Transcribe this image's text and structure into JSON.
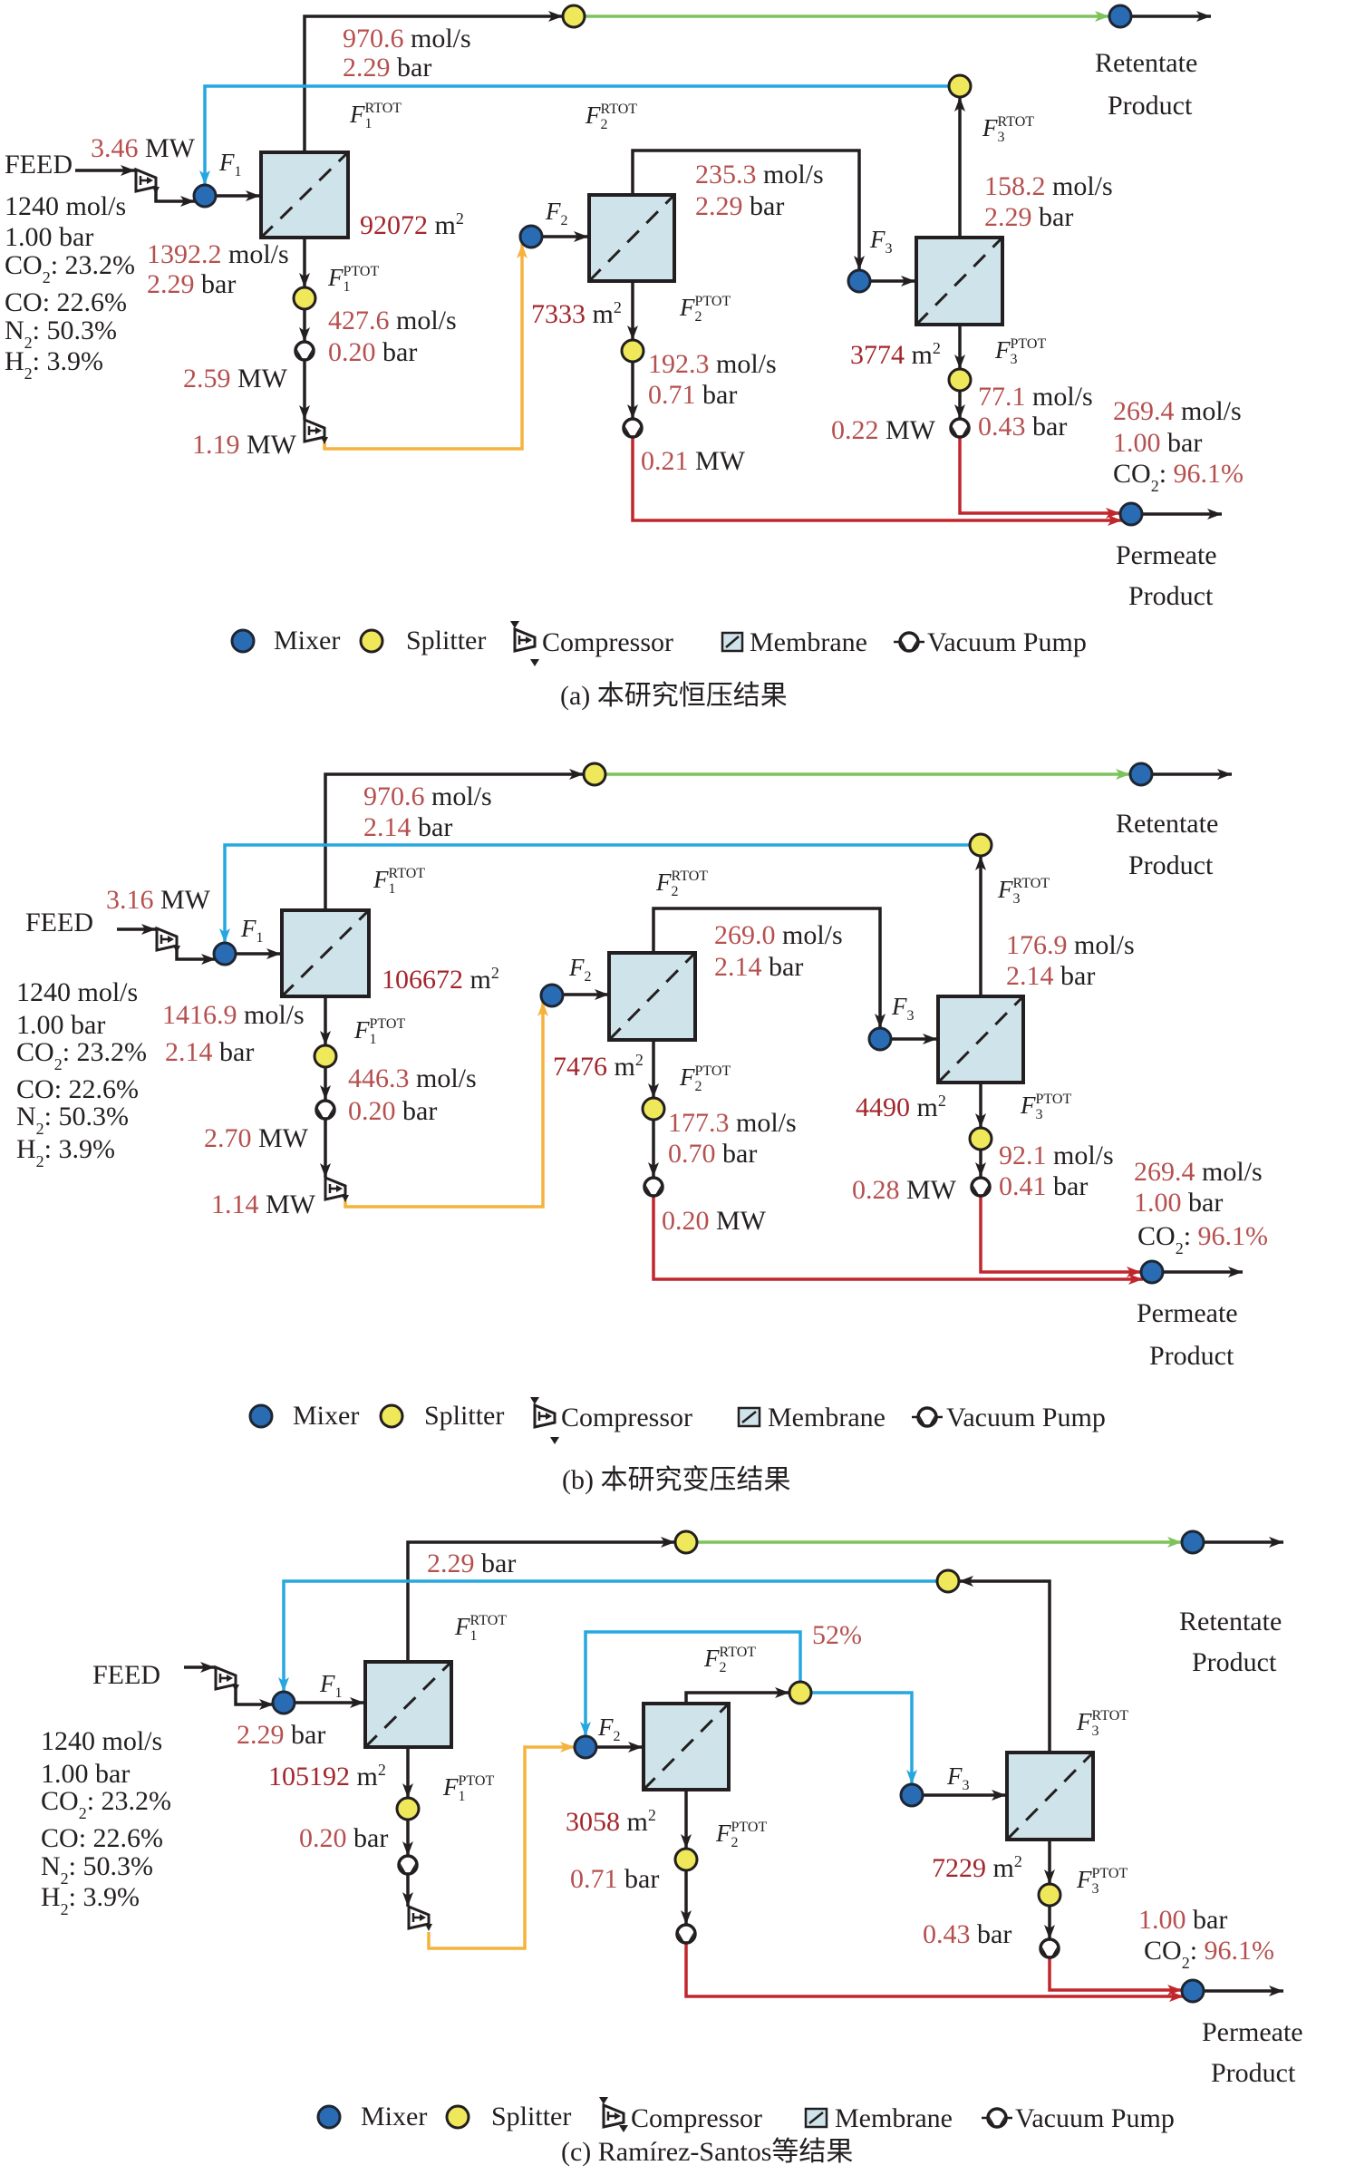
{
  "colors": {
    "mixer_fill": "#2a6cb4",
    "splitter_fill": "#efe85a",
    "membrane_fill": "#cfe4ea",
    "line": "#231f20",
    "recycle_line": "#27a7df",
    "retentate_product_line": "#7dc35b",
    "compressed_permeate_line": "#f5b23d",
    "permeate_product_line": "#c0272d",
    "value_text": "#b5504f",
    "area_text": "#a3262c"
  },
  "legend": [
    {
      "symbol": "mixer-icon",
      "label": "Mixer"
    },
    {
      "symbol": "splitter-icon",
      "label": "Splitter"
    },
    {
      "symbol": "compressor-icon",
      "label": "Compressor"
    },
    {
      "symbol": "membrane-icon",
      "label": "Membrane"
    },
    {
      "symbol": "vacuum-pump-icon",
      "label": "Vacuum Pump"
    }
  ],
  "stream_labels": {
    "F1": {
      "symbol": "F",
      "index": "1"
    },
    "F2": {
      "symbol": "F",
      "index": "2"
    },
    "F3": {
      "symbol": "F",
      "index": "3"
    },
    "F1_RTOT": {
      "symbol": "F",
      "index": "1",
      "sup": "RTOT"
    },
    "F2_RTOT": {
      "symbol": "F",
      "index": "2",
      "sup": "RTOT"
    },
    "F3_RTOT": {
      "symbol": "F",
      "index": "3",
      "sup": "RTOT"
    },
    "F1_PTOT": {
      "symbol": "F",
      "index": "1",
      "sup": "PTOT"
    },
    "F2_PTOT": {
      "symbol": "F",
      "index": "2",
      "sup": "PTOT"
    },
    "F3_PTOT": {
      "symbol": "F",
      "index": "3",
      "sup": "PTOT"
    }
  },
  "product_labels": {
    "retentate": [
      "Retentate",
      "Product"
    ],
    "permeate": [
      "Permeate",
      "Product"
    ]
  },
  "panels": [
    {
      "id": "a",
      "caption": "(a) 本研究恒压结果",
      "feed": {
        "label": "FEED",
        "flow": {
          "value": "1240",
          "unit": "mol/s"
        },
        "pressure": {
          "value": "1.00",
          "unit": "bar"
        },
        "composition": [
          {
            "species": "CO",
            "sub": "2",
            "sep": ":",
            "fraction": "23.2%"
          },
          {
            "species": "CO",
            "sep": ":",
            "fraction": "22.6%"
          },
          {
            "species": "N",
            "sub": "2",
            "sep": ":",
            "fraction": "50.3%"
          },
          {
            "species": "H",
            "sub": "2",
            "sep": ":",
            "fraction": "3.9%"
          }
        ],
        "compressor_power": {
          "value": "3.46",
          "unit": "MW"
        }
      },
      "stage1": {
        "inlet": {
          "flow": {
            "value": "1392.2",
            "unit": "mol/s"
          },
          "pressure": {
            "value": "2.29",
            "unit": "bar"
          }
        },
        "membrane_area": {
          "value": "92072",
          "unit": "m",
          "exponent": "2"
        },
        "retentate": {
          "flow": {
            "value": "970.6",
            "unit": "mol/s"
          },
          "pressure": {
            "value": "2.29",
            "unit": "bar"
          }
        },
        "permeate": {
          "flow": {
            "value": "427.6",
            "unit": "mol/s"
          },
          "pressure": {
            "value": "0.20",
            "unit": "bar"
          }
        },
        "vacuum_pump_power": {
          "value": "2.59",
          "unit": "MW"
        },
        "recompressor_power": {
          "value": "1.19",
          "unit": "MW"
        }
      },
      "stage2": {
        "membrane_area": {
          "value": "7333",
          "unit": "m",
          "exponent": "2"
        },
        "retentate": {
          "flow": {
            "value": "235.3",
            "unit": "mol/s"
          },
          "pressure": {
            "value": "2.29",
            "unit": "bar"
          }
        },
        "permeate": {
          "flow": {
            "value": "192.3",
            "unit": "mol/s"
          },
          "pressure": {
            "value": "0.71",
            "unit": "bar"
          }
        },
        "vacuum_pump_power": {
          "value": "0.21",
          "unit": "MW"
        }
      },
      "stage3": {
        "membrane_area": {
          "value": "3774",
          "unit": "m",
          "exponent": "2"
        },
        "retentate": {
          "flow": {
            "value": "158.2",
            "unit": "mol/s"
          },
          "pressure": {
            "value": "2.29",
            "unit": "bar"
          }
        },
        "permeate": {
          "flow": {
            "value": "77.1",
            "unit": "mol/s"
          },
          "pressure": {
            "value": "0.43",
            "unit": "bar"
          }
        },
        "vacuum_pump_power": {
          "value": "0.22",
          "unit": "MW"
        }
      },
      "permeate_product": {
        "flow": {
          "value": "269.4",
          "unit": "mol/s"
        },
        "pressure": {
          "value": "1.00",
          "unit": "bar"
        },
        "purity": {
          "species": "CO",
          "sub": "2",
          "sep": ":",
          "value": "96.1%"
        }
      }
    },
    {
      "id": "b",
      "caption": "(b) 本研究变压结果",
      "feed": {
        "label": "FEED",
        "flow": {
          "value": "1240",
          "unit": "mol/s"
        },
        "pressure": {
          "value": "1.00",
          "unit": "bar"
        },
        "composition": [
          {
            "species": "CO",
            "sub": "2",
            "sep": ":",
            "fraction": "23.2%"
          },
          {
            "species": "CO",
            "sep": ":",
            "fraction": "22.6%"
          },
          {
            "species": "N",
            "sub": "2",
            "sep": ":",
            "fraction": "50.3%"
          },
          {
            "species": "H",
            "sub": "2",
            "sep": ":",
            "fraction": "3.9%"
          }
        ],
        "compressor_power": {
          "value": "3.16",
          "unit": "MW"
        }
      },
      "stage1": {
        "inlet": {
          "flow": {
            "value": "1416.9",
            "unit": "mol/s"
          },
          "pressure": {
            "value": "2.14",
            "unit": "bar"
          }
        },
        "membrane_area": {
          "value": "106672",
          "unit": "m",
          "exponent": "2"
        },
        "retentate": {
          "flow": {
            "value": "970.6",
            "unit": "mol/s"
          },
          "pressure": {
            "value": "2.14",
            "unit": "bar"
          }
        },
        "permeate": {
          "flow": {
            "value": "446.3",
            "unit": "mol/s"
          },
          "pressure": {
            "value": "0.20",
            "unit": "bar"
          }
        },
        "vacuum_pump_power": {
          "value": "2.70",
          "unit": "MW"
        },
        "recompressor_power": {
          "value": "1.14",
          "unit": "MW"
        }
      },
      "stage2": {
        "membrane_area": {
          "value": "7476",
          "unit": "m",
          "exponent": "2"
        },
        "retentate": {
          "flow": {
            "value": "269.0",
            "unit": "mol/s"
          },
          "pressure": {
            "value": "2.14",
            "unit": "bar"
          }
        },
        "permeate": {
          "flow": {
            "value": "177.3",
            "unit": "mol/s"
          },
          "pressure": {
            "value": "0.70",
            "unit": "bar"
          }
        },
        "vacuum_pump_power": {
          "value": "0.20",
          "unit": "MW"
        }
      },
      "stage3": {
        "membrane_area": {
          "value": "4490",
          "unit": "m",
          "exponent": "2"
        },
        "retentate": {
          "flow": {
            "value": "176.9",
            "unit": "mol/s"
          },
          "pressure": {
            "value": "2.14",
            "unit": "bar"
          }
        },
        "permeate": {
          "flow": {
            "value": "92.1",
            "unit": "mol/s"
          },
          "pressure": {
            "value": "0.41",
            "unit": "bar"
          }
        },
        "vacuum_pump_power": {
          "value": "0.28",
          "unit": "MW"
        }
      },
      "permeate_product": {
        "flow": {
          "value": "269.4",
          "unit": "mol/s"
        },
        "pressure": {
          "value": "1.00",
          "unit": "bar"
        },
        "purity": {
          "species": "CO",
          "sub": "2",
          "sep": ":",
          "value": "96.1%"
        }
      }
    },
    {
      "id": "c",
      "caption": "(c) Ramírez-Santos等结果",
      "feed": {
        "label": "FEED",
        "flow": {
          "value": "1240",
          "unit": "mol/s"
        },
        "pressure": {
          "value": "1.00",
          "unit": "bar"
        },
        "composition": [
          {
            "species": "CO",
            "sub": "2",
            "sep": ":",
            "fraction": "23.2%"
          },
          {
            "species": "CO",
            "sep": ":",
            "fraction": "22.6%"
          },
          {
            "species": "N",
            "sub": "2",
            "sep": ":",
            "fraction": "50.3%"
          },
          {
            "species": "H",
            "sub": "2",
            "sep": ":",
            "fraction": "3.9%"
          }
        ]
      },
      "stage1": {
        "inlet": {
          "pressure": {
            "value": "2.29",
            "unit": "bar"
          }
        },
        "membrane_area": {
          "value": "105192",
          "unit": "m",
          "exponent": "2"
        },
        "retentate": {
          "pressure": {
            "value": "2.29",
            "unit": "bar"
          }
        },
        "permeate": {
          "pressure": {
            "value": "0.20",
            "unit": "bar"
          }
        }
      },
      "stage2": {
        "membrane_area": {
          "value": "3058",
          "unit": "m",
          "exponent": "2"
        },
        "retentate_recycle_fraction": "52%",
        "permeate": {
          "pressure": {
            "value": "0.71",
            "unit": "bar"
          }
        }
      },
      "stage3": {
        "membrane_area": {
          "value": "7229",
          "unit": "m",
          "exponent": "2"
        },
        "permeate": {
          "pressure": {
            "value": "0.43",
            "unit": "bar"
          }
        }
      },
      "permeate_product": {
        "pressure": {
          "value": "1.00",
          "unit": "bar"
        },
        "purity": {
          "species": "CO",
          "sub": "2",
          "sep": ":",
          "value": "96.1%"
        }
      }
    }
  ]
}
